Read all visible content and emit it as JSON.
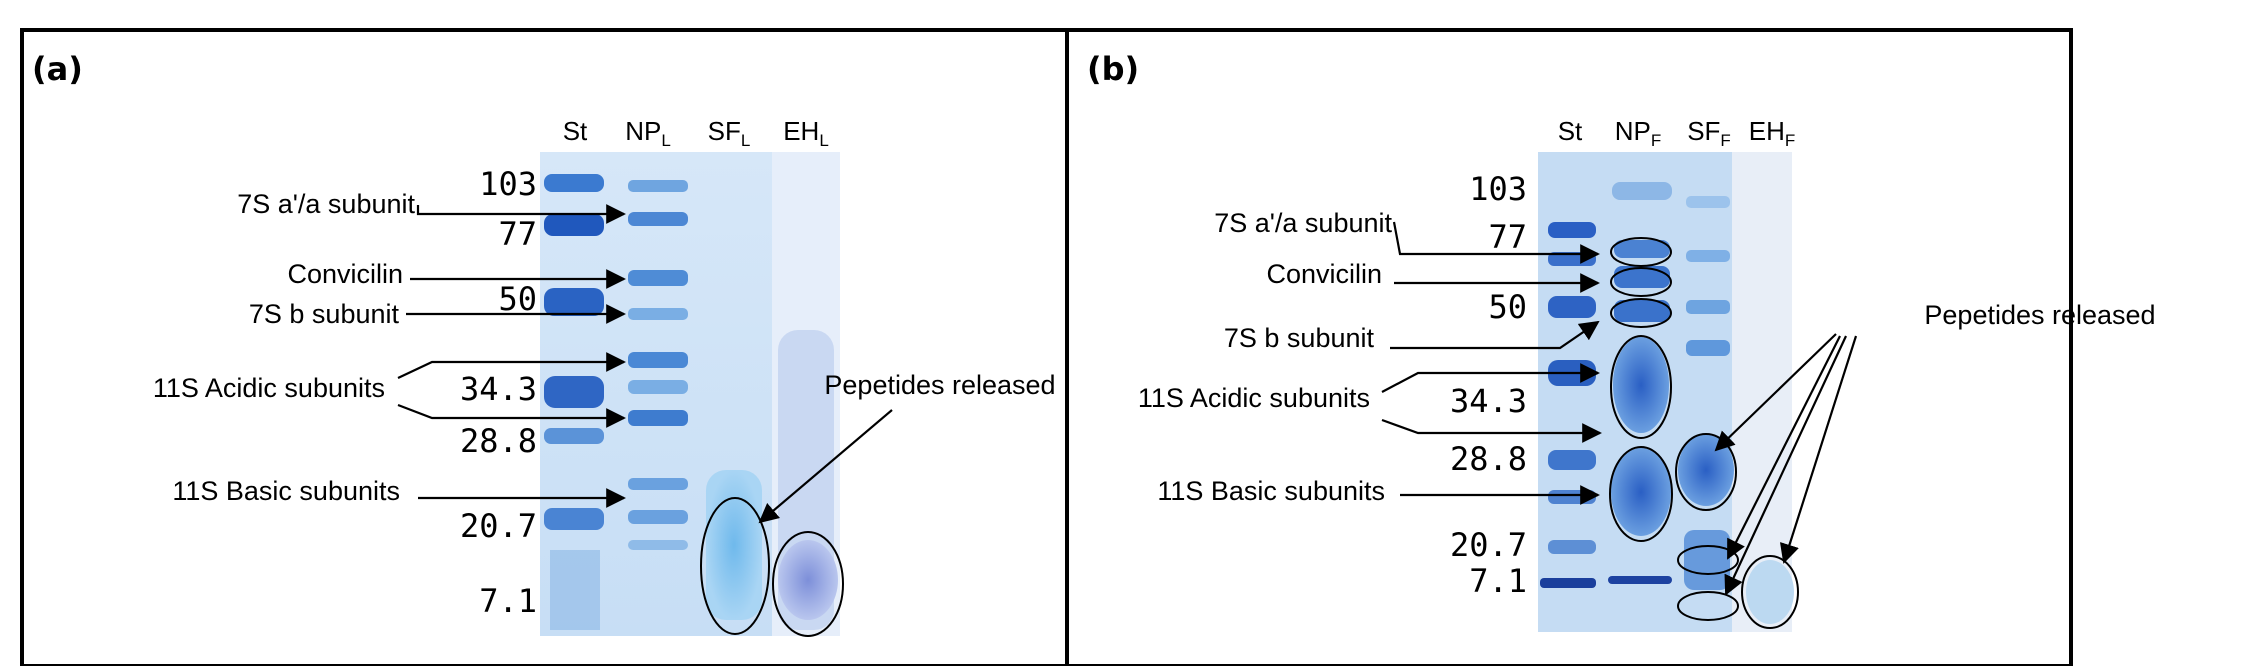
{
  "panels": {
    "a": {
      "label": "(a)",
      "lanes": {
        "st": "St",
        "np": "NP",
        "np_sub": "L",
        "sf": "SF",
        "sf_sub": "L",
        "eh": "EH",
        "eh_sub": "L"
      },
      "markers": [
        "103",
        "77",
        "50",
        "34.3",
        "28.8",
        "20.7",
        "7.1"
      ],
      "labels": {
        "s7a": "7S a'/a subunit",
        "convicilin": "Convicilin",
        "s7b": "7S b subunit",
        "acidic": "11S Acidic subunits",
        "basic": "11S Basic subunits",
        "peptides": "Pepetides released"
      }
    },
    "b": {
      "label": "(b)",
      "lanes": {
        "st": "St",
        "np": "NP",
        "np_sub": "F",
        "sf": "SF",
        "sf_sub": "F",
        "eh": "EH",
        "eh_sub": "F"
      },
      "markers": [
        "103",
        "77",
        "50",
        "34.3",
        "28.8",
        "20.7",
        "7.1"
      ],
      "labels": {
        "s7a": "7S a'/a subunit",
        "convicilin": "Convicilin",
        "s7b": "7S b subunit",
        "acidic": "11S Acidic subunits",
        "basic": "11S Basic subunits",
        "peptides": "Pepetides released"
      }
    }
  },
  "colors": {
    "gel_blue": "#3f7fd0",
    "gel_dark": "#1e4fb0",
    "gel_bg": "#cfe2f6",
    "frame": "#000000"
  }
}
